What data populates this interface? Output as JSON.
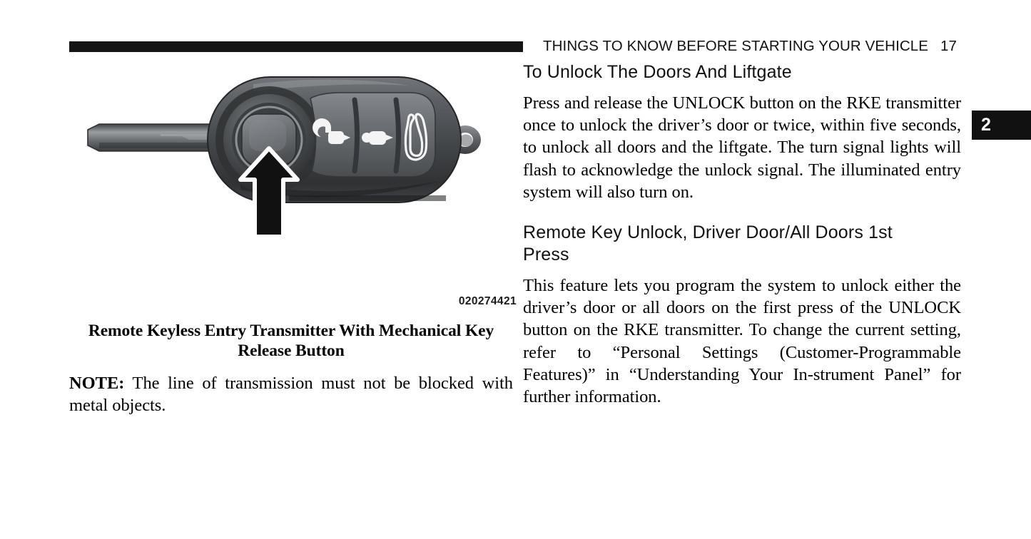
{
  "header": {
    "title": "THINGS TO KNOW BEFORE STARTING YOUR VEHICLE",
    "page_number": "17",
    "rule_color": "#151515"
  },
  "chapter_tab": {
    "number": "2",
    "background": "#111111",
    "text_color": "#ffffff"
  },
  "left_column": {
    "figure": {
      "id_label": "020274421",
      "alt_name": "remote-keyless-entry-transmitter",
      "buttons": [
        {
          "name": "unlock-button",
          "icon": "open-padlock-icon"
        },
        {
          "name": "lock-button",
          "icon": "closed-padlock-icon"
        },
        {
          "name": "liftgate-button",
          "icon": "liftgate-icon"
        }
      ],
      "callout": {
        "name": "mechanical-key-release-button",
        "pointer": "up-arrow"
      },
      "colors": {
        "body_dark": "#3a3c3e",
        "body_mid": "#55585b",
        "body_light": "#7d8185",
        "panel": "#6c7074",
        "icon": "#f2f2f2",
        "blade": "#6e7275",
        "arrow_fill": "#111111",
        "arrow_stroke": "#ffffff"
      }
    },
    "caption_line1": "Remote Keyless Entry Transmitter With Mechanical Key",
    "caption_line2": "Release Button",
    "note_label": "NOTE:",
    "note_text": " The line of transmission must not be blocked with metal objects."
  },
  "right_column": {
    "heading_1": "To Unlock The Doors And Liftgate",
    "paragraph_1": "Press and release the UNLOCK button on the RKE transmitter once to unlock the driver’s door or twice, within five seconds, to unlock all doors and the liftgate. The turn signal lights will flash to acknowledge the unlock signal. The illuminated entry system will also turn on.",
    "heading_2_line1": "Remote Key Unlock, Driver Door/All Doors 1st",
    "heading_2_line2": "Press",
    "paragraph_2": "This feature lets you program the system to unlock either the driver’s door or all doors on the first press of the UNLOCK button on the RKE transmitter. To change the current setting, refer to “Personal Settings (Customer-Programmable Features)” in “Understanding Your In-strument Panel” for further information."
  }
}
